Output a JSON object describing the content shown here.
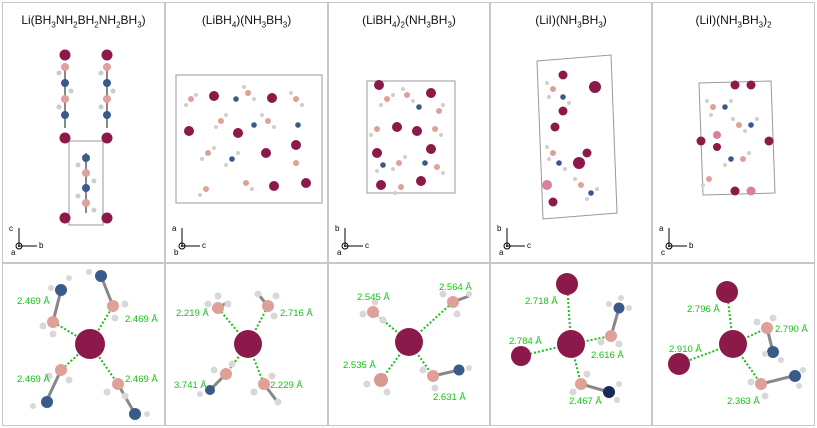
{
  "panels": [
    {
      "formula_parts": [
        "Li(BH",
        "3",
        "NH",
        "2",
        "BH",
        "2",
        "NH",
        "2",
        "BH",
        "3",
        ")"
      ],
      "axes": {
        "up": "c",
        "origin": "a",
        "right": "b"
      }
    },
    {
      "formula_parts": [
        "(LiBH",
        "4",
        ")(NH",
        "3",
        "BH",
        "3",
        ")"
      ],
      "axes": {
        "up": "a",
        "origin": "b",
        "right": "c"
      }
    },
    {
      "formula_parts": [
        "(LiBH",
        "4",
        ")",
        "2",
        "(NH",
        "3",
        "BH",
        "3",
        ")"
      ],
      "axes": {
        "up": "b",
        "origin": "a",
        "right": "c"
      }
    },
    {
      "formula_parts": [
        "(LiI)(NH",
        "3",
        "BH",
        "3",
        ")"
      ],
      "axes": {
        "up": "b",
        "origin": "a",
        "right": "c"
      }
    },
    {
      "formula_parts": [
        "(LiI)(NH",
        "3",
        "BH",
        "3",
        ")",
        "2"
      ],
      "axes": {
        "up": "a",
        "origin": "c",
        "right": "b"
      }
    }
  ],
  "distances": [
    [
      "2.469 Å",
      "2.469 Å",
      "2.469 Å",
      "2.469 Å"
    ],
    [
      "2.219 Å",
      "2.716 Å",
      "3.741 Å",
      "2.229 Å"
    ],
    [
      "2.545 Å",
      "2.564 Å",
      "2.535 Å",
      "2.631 Å"
    ],
    [
      "2.718 Å",
      "2.784 Å",
      "2.616 Å",
      "2.467 Å"
    ],
    [
      "2.796 Å",
      "2.790 Å",
      "2.910 Å",
      "2.363 Å"
    ]
  ],
  "colors": {
    "li": "#8b1a4a",
    "boron": "#e0a09a",
    "nitrogen": "#3a5a8a",
    "hydrogen": "#d8d8d8",
    "bond": "#1bbf1b",
    "border": "#c8c8c8"
  }
}
